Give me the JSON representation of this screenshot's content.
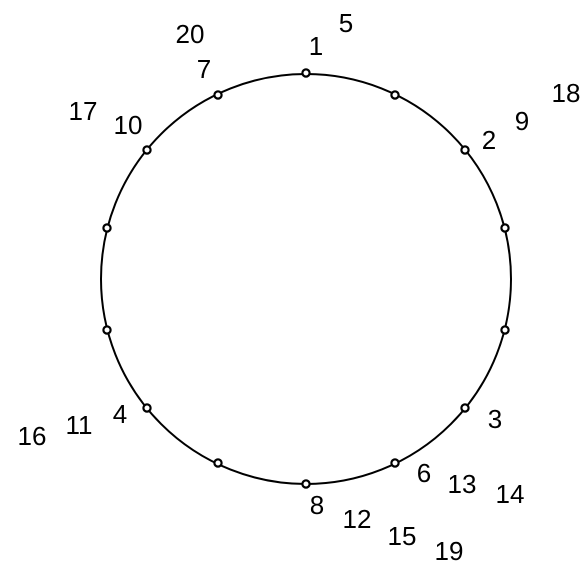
{
  "diagram": {
    "circle": {
      "stroke": "#000000",
      "fill": "none"
    },
    "node_color": "#000000",
    "nodes": [
      {
        "labels": [
          "1",
          "5"
        ]
      },
      {
        "labels": []
      },
      {
        "labels": [
          "2",
          "9",
          "18"
        ]
      },
      {
        "labels": []
      },
      {
        "labels": []
      },
      {
        "labels": [
          "3"
        ]
      },
      {
        "labels": [
          "6",
          "13",
          "14"
        ]
      },
      {
        "labels": [
          "8",
          "12",
          "15",
          "19"
        ]
      },
      {
        "labels": []
      },
      {
        "labels": [
          "4",
          "11",
          "16"
        ]
      },
      {
        "labels": []
      },
      {
        "labels": []
      },
      {
        "labels": [
          "10",
          "17"
        ]
      },
      {
        "labels": [
          "7",
          "20"
        ]
      }
    ]
  }
}
